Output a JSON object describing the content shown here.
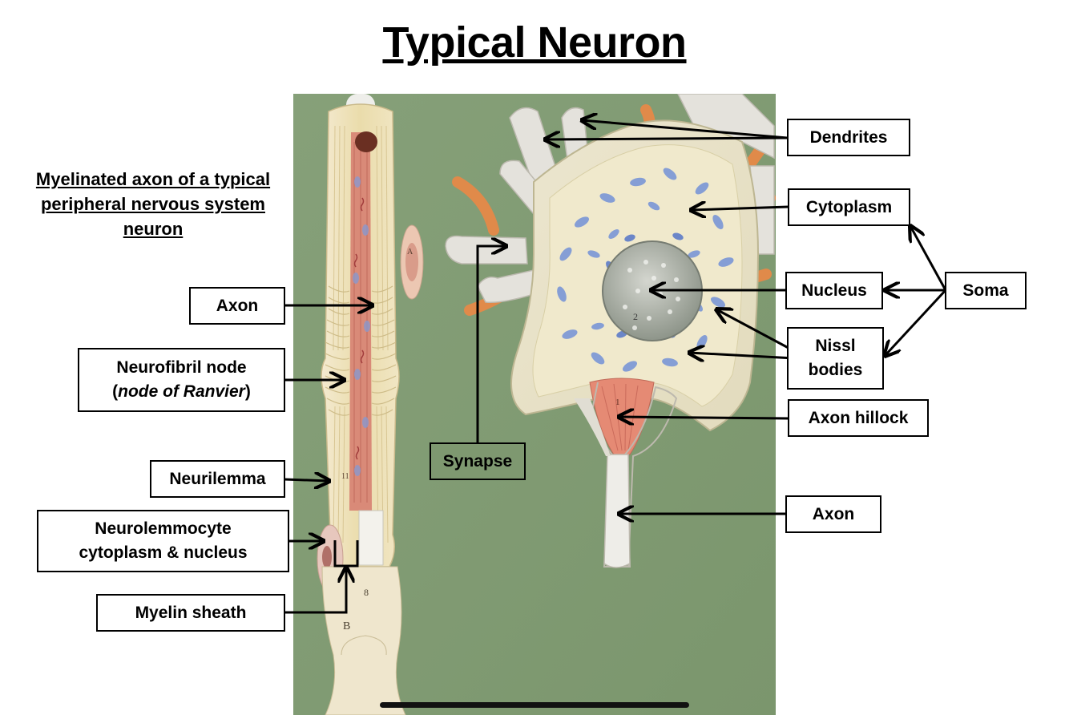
{
  "title": "Typical Neuron",
  "subtitle": "Myelinated axon of a typical peripheral nervous system neuron",
  "labels": {
    "dendrites": "Dendrites",
    "cytoplasm": "Cytoplasm",
    "nucleus": "Nucleus",
    "soma": "Soma",
    "nissl_1": "Nissl",
    "nissl_2": "bodies",
    "axon_hillock": "Axon hillock",
    "axon_right": "Axon",
    "synapse": "Synapse",
    "axon_left": "Axon",
    "node_1": "Neurofibril node",
    "node_2_open": "(",
    "node_2_italic": "node of Ranvier",
    "node_2_close": ")",
    "neurilemma": "Neurilemma",
    "neurolemmocyte_1": "Neurolemmocyte",
    "neurolemmocyte_2": "cytoplasm & nucleus",
    "myelin_sheath": "Myelin sheath"
  },
  "model_markers": {
    "a": "A",
    "b": "B",
    "eight": "8",
    "eleven": "11",
    "one": "1",
    "two": "2"
  },
  "colors": {
    "background_board": "#7e9870",
    "myelin": "#eee0b4",
    "axon_core": "#d98a78",
    "soma_body": "#e9e6d2",
    "nissl": "#6f8fd0",
    "dendrite": "#e4e2dc",
    "orange_process": "#e08a4a"
  }
}
